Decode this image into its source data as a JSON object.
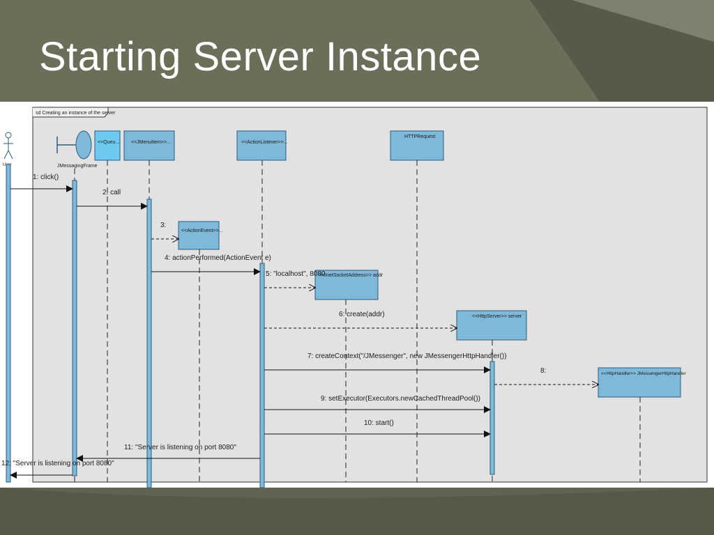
{
  "slide": {
    "title": "Starting Server Instance"
  },
  "diagram": {
    "frame_label": "sd Creating an instance of the server",
    "actor_label": "User",
    "lifelines": {
      "jmessagingframe": "JMessagingFrame",
      "queue": "<<Queu...",
      "jmenuitem": "<<JMenuItem>>...",
      "actionlistener": "<<ActionListener>>...",
      "httprequest": "HTTPRequest",
      "actionevent": "<<ActionEvent>>...",
      "inetsocketaddress": "<<InetSocketAddress>> addr",
      "httpserver": "<<HttpServer>> server",
      "httphandler": "<<HttpHandler>> JMessengerHttpHandler"
    },
    "messages": {
      "m1": "1: click()",
      "m2": "2: call",
      "m3": "3:",
      "m4": "4: actionPerformed(ActionEvent e)",
      "m5": "5: \"localhost\", 8080",
      "m6": "6: create(addr)",
      "m7": "7: createContext(\"/JMessenger\", new JMessengerHttpHandler())",
      "m8": "8:",
      "m9": "9: setExecutor(Executors.newCachedThreadPool())",
      "m10": "10: start()",
      "m11": "11: \"Server is listening on port 8080\"",
      "m12": "12: \"Server is listening on port 8080\""
    }
  },
  "colors": {
    "slide_bg": "#6b6f5a",
    "box_fill": "#7fb8d8",
    "box_stroke": "#2a5e80",
    "frame_bg": "#e2e2e2"
  }
}
